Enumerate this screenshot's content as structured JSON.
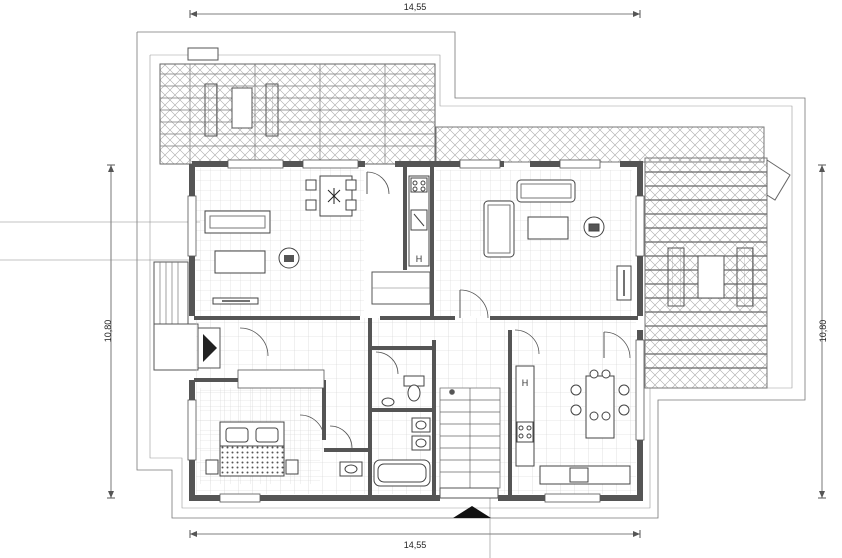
{
  "plan": {
    "dim_top": "14,55",
    "dim_bottom": "14,55",
    "dim_left": "10,80",
    "dim_right": "10,80"
  },
  "colors": {
    "wall": "#555555",
    "line": "#333333",
    "grid": "#d6d6d6",
    "hatch": "#9a9a9a"
  }
}
